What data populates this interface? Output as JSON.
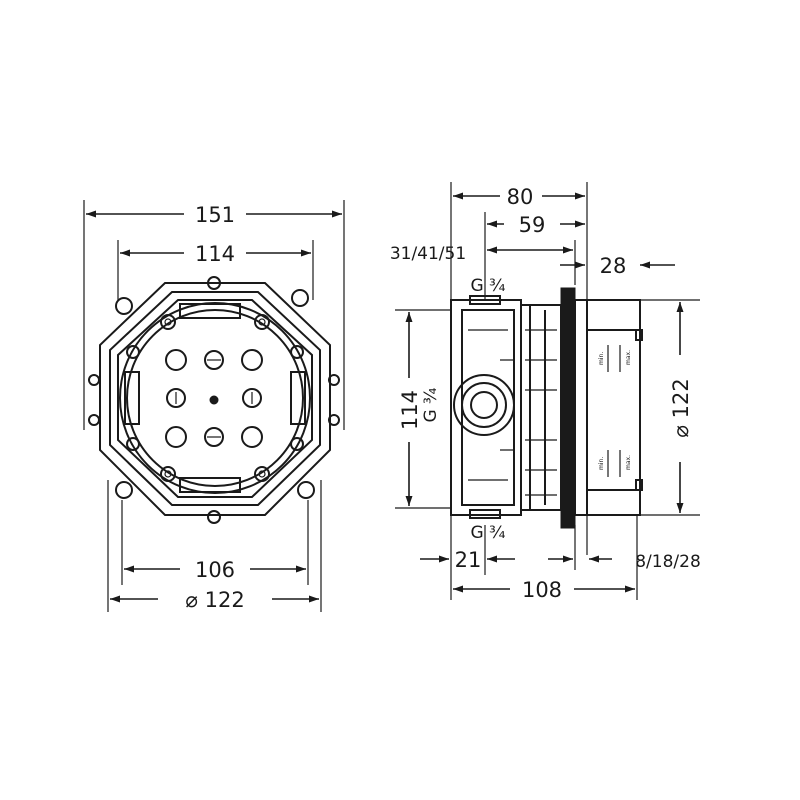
{
  "front_view": {
    "dim_width_outer": "151",
    "dim_width_inner": "114",
    "dim_bottom_inner": "106",
    "dim_bottom_diameter": "⌀ 122"
  },
  "side_view": {
    "dim_top_80": "80",
    "dim_top_59": "59",
    "dim_wall_depths": "31/41/51",
    "dim_28": "28",
    "thread_top": "G ¾",
    "thread_side": "G ¾",
    "thread_bottom": "G ¾",
    "dim_height_114": "114",
    "dim_diameter_122": "⌀ 122",
    "dim_21": "21",
    "dim_108": "108",
    "dim_trim_depths": "8/18/28",
    "mark_min": "min.",
    "mark_max": "max."
  }
}
